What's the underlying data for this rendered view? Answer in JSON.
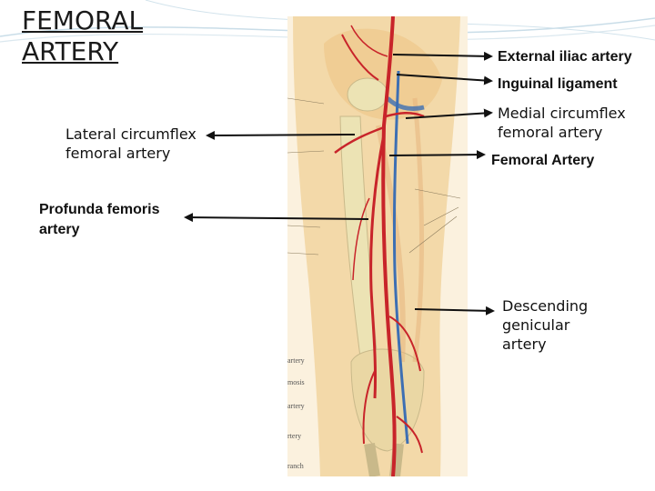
{
  "title": {
    "line1": "FEMORAL",
    "line2": "ARTERY"
  },
  "labels": {
    "external_iliac": "External iliac artery",
    "inguinal_ligament": "Inguinal ligament",
    "medial_circumflex": {
      "line1": "Medial circumflex",
      "line2": "femoral artery"
    },
    "femoral_artery": "Femoral Artery",
    "lateral_circumflex": {
      "line1": "Lateral circumflex",
      "line2": "femoral artery"
    },
    "profunda_femoris": {
      "line1": "Profunda femoris",
      "line2": "artery"
    },
    "descending_genicular": {
      "line1": "Descending",
      "line2": "genicular",
      "line3": "artery"
    }
  },
  "illustration_edge_fragments": [
    "artery",
    "mosis",
    "artery",
    "rtery",
    "ranch"
  ],
  "colors": {
    "skin": "#f3d9a9",
    "bone": "#ece3b4",
    "artery": "#c8242a",
    "vein": "#3d6fb3",
    "arrow": "#111111"
  }
}
